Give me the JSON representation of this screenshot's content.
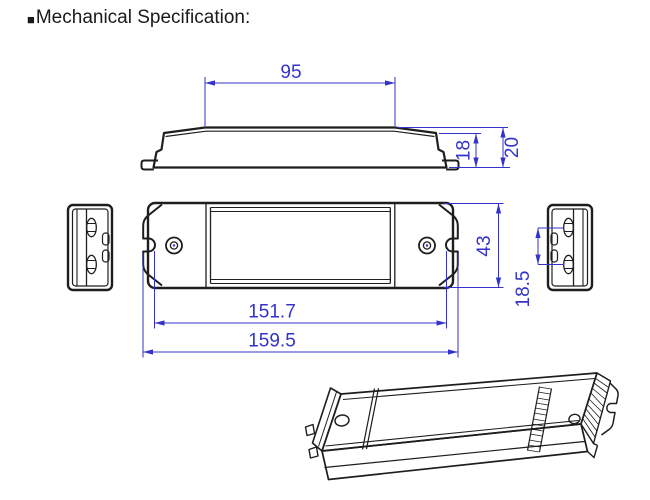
{
  "title": {
    "bullet": "■",
    "text": "Mechanical Specification:"
  },
  "colors": {
    "dimension_blue": "#3333cc",
    "drawing_line": "#1e1e1e",
    "background": "#ffffff"
  },
  "dimensions": {
    "plateau_width": "95",
    "end_height": "18",
    "overall_height": "20",
    "slot_span": "151.7",
    "overall_length": "159.5",
    "body_width": "43",
    "terminal_spacing": "18.5"
  }
}
